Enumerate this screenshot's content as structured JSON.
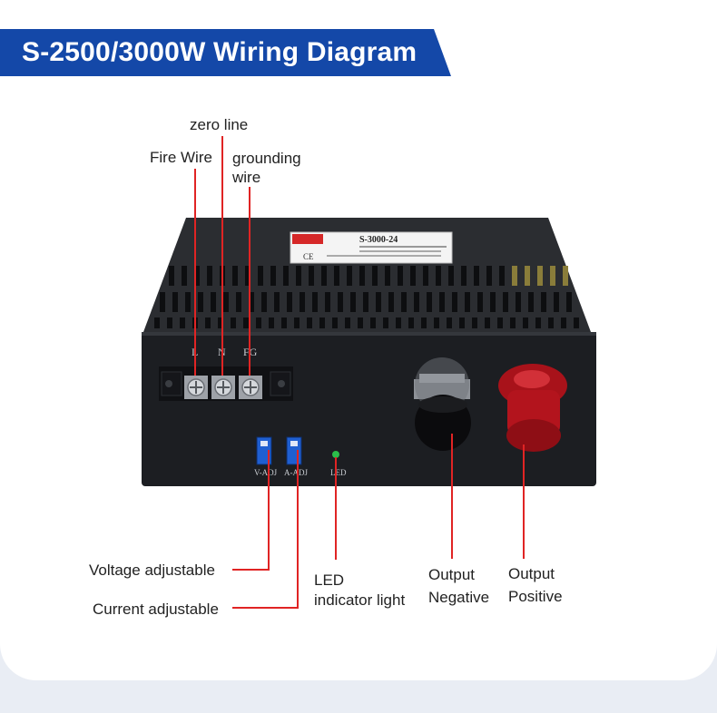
{
  "banner": {
    "title": "S-2500/3000W Wiring Diagram"
  },
  "colors": {
    "banner_bg": "#1448a8",
    "pointer_line": "#e02424",
    "device_body": "#1c1e22"
  },
  "device": {
    "model_label": "S-3000-24",
    "terminal_letters": [
      "L",
      "N",
      "FG"
    ],
    "adjust_labels": [
      "V-ADJ",
      "A-ADJ"
    ],
    "led_label": "LED"
  },
  "callouts": {
    "zero_line": "zero line",
    "fire_wire": "Fire Wire",
    "grounding_wire_1": "grounding",
    "grounding_wire_2": "wire",
    "voltage_adjustable": "Voltage adjustable",
    "current_adjustable": "Current adjustable",
    "led_1": "LED",
    "led_2": "indicator light",
    "output_negative_1": "Output",
    "output_negative_2": "Negative",
    "output_positive_1": "Output",
    "output_positive_2": "Positive"
  }
}
